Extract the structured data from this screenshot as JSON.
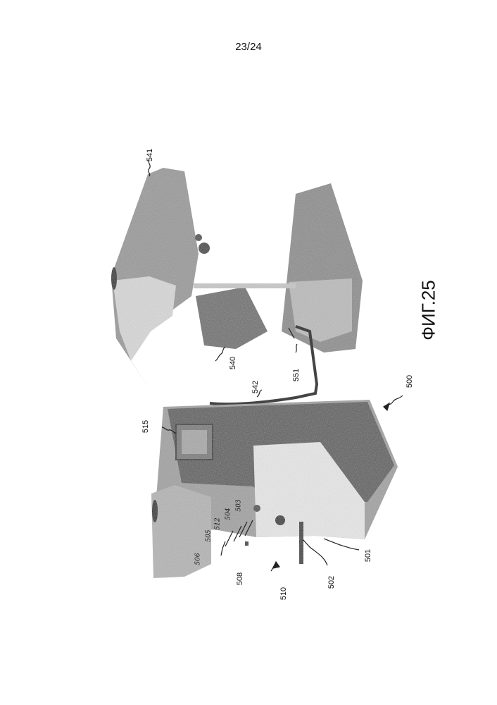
{
  "page_number": "23/24",
  "figure_caption": "ФИГ.25",
  "reference_labels": {
    "r541": "541",
    "r540": "540",
    "r551": "551",
    "r542": "542",
    "r500": "500",
    "r515": "515",
    "r506": "506",
    "r505": "505",
    "r512": "512",
    "r504": "504",
    "r503": "503",
    "r508": "508",
    "r510": "510",
    "r502": "502",
    "r501": "501"
  }
}
